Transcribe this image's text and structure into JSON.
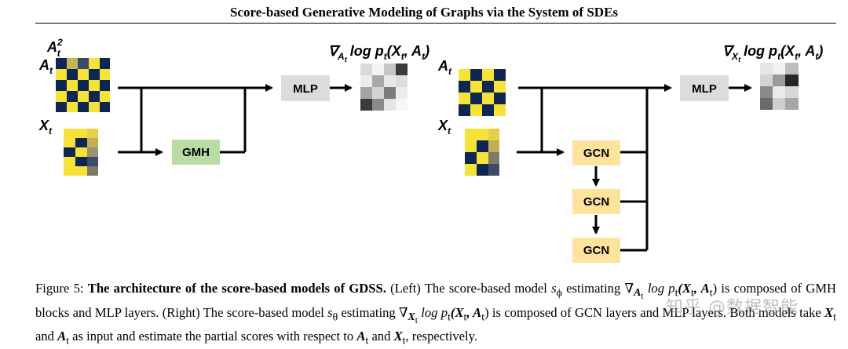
{
  "header": "Score-based Generative Modeling of Graphs via the System of SDEs",
  "left": {
    "label_a2": "A",
    "label_a2_sup": "2",
    "label_a2_sub": "t",
    "label_a": "A",
    "label_a_sub": "t",
    "label_x": "X",
    "label_x_sub": "t",
    "gmh": "GMH",
    "mlp": "MLP",
    "out_nabla": "∇",
    "out_nabla_sub": "A",
    "out_nabla_subsub": "t",
    "out_text": "log p",
    "out_p_sub": "t",
    "out_args": "(X",
    "out_args_sub1": "t",
    "out_args_mid": ", A",
    "out_args_sub2": "t",
    "out_args_end": ")"
  },
  "right": {
    "label_a": "A",
    "label_a_sub": "t",
    "label_x": "X",
    "label_x_sub": "t",
    "gcn1": "GCN",
    "gcn2": "GCN",
    "gcn3": "GCN",
    "mlp": "MLP",
    "out_nabla": "∇",
    "out_nabla_sub": "X",
    "out_nabla_subsub": "t",
    "out_text": "log p",
    "out_p_sub": "t",
    "out_args": "(X",
    "out_args_sub1": "t",
    "out_args_mid": ", A",
    "out_args_sub2": "t",
    "out_args_end": ")"
  },
  "colors": {
    "navy": "#0f2650",
    "yellow": "#f6e33a",
    "gmh_fill": "#b9dca5",
    "gcn_fill": "#fde39c",
    "mlp_fill": "#dcdcdc"
  },
  "caption": {
    "fig_label": "Figure 5: ",
    "bold_title": "The architecture of the score-based models of GDSS.",
    "p1": " (Left) The score-based model ",
    "s_phi": "s",
    "s_phi_sub": "ϕ",
    "p2": " estimating ",
    "grad_a": "∇",
    "grad_a_sub": "A",
    "grad_a_subsub": "t",
    "logp1": " log p",
    "logp1_sub": "t",
    "args1": "(X",
    "args1_s1": "t",
    "args1_mid": ", A",
    "args1_s2": "t",
    "args1_end": ")",
    "p3": " is composed of GMH blocks and MLP layers. (Right) The score-based model ",
    "s_theta": "s",
    "s_theta_sub": "θ",
    "p4": " estimating ",
    "grad_x": "∇",
    "grad_x_sub": "X",
    "grad_x_subsub": "t",
    "logp2": " log p",
    "logp2_sub": "t",
    "args2": "(X",
    "args2_s1": "t",
    "args2_mid": ", A",
    "args2_s2": "t",
    "args2_end": ")",
    "p5": " is composed of GCN layers and MLP layers. Both models take ",
    "x_in": "X",
    "x_in_sub": "t",
    "p6": " and ",
    "a_in": "A",
    "a_in_sub": "t",
    "p7": " as input and estimate the partial scores with respect to ",
    "a_out": "A",
    "a_out_sub": "t",
    "p8": " and ",
    "x_out": "X",
    "x_out_sub": "t",
    "p9": ", respectively."
  },
  "watermark": "知乎 @数据智能"
}
